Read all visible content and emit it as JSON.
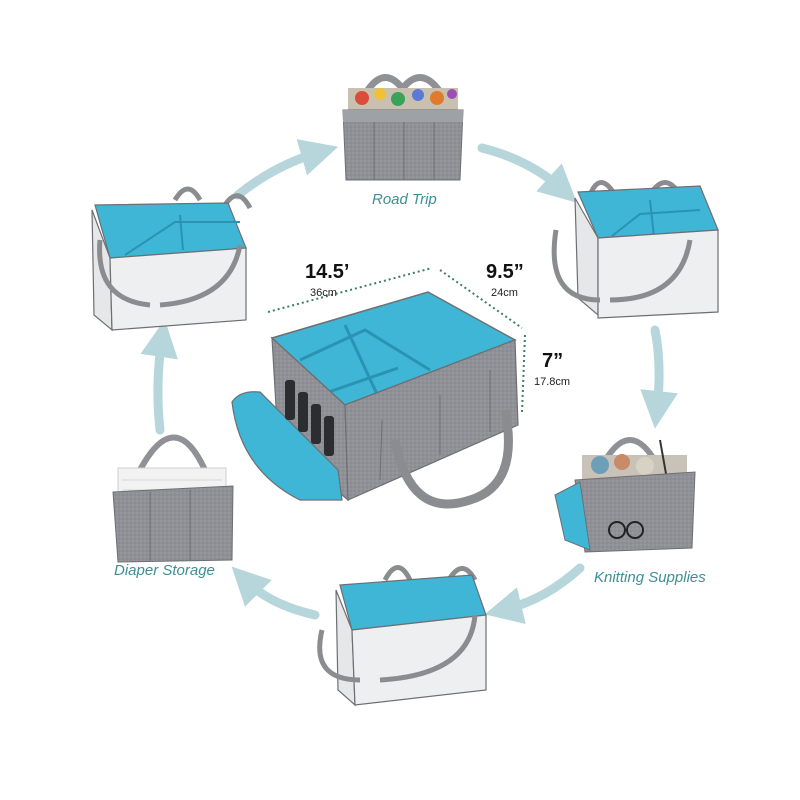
{
  "captions": {
    "road_trip": "Road Trip",
    "knitting": "Knitting Supplies",
    "diaper": "Diaper Storage"
  },
  "dimensions": {
    "length_in": "14.5’",
    "length_cm": "36cm",
    "width_in": "9.5”",
    "width_cm": "24cm",
    "height_in": "7”",
    "height_cm": "17.8cm"
  },
  "colors": {
    "felt_gray": "#8f9196",
    "felt_light": "#b4b6ba",
    "teal_lining": "#3fb6d6",
    "teal_dark": "#2a93b3",
    "arrow": "#b7d6db",
    "caption": "#3d8f95",
    "outline": "#6d6f73"
  }
}
